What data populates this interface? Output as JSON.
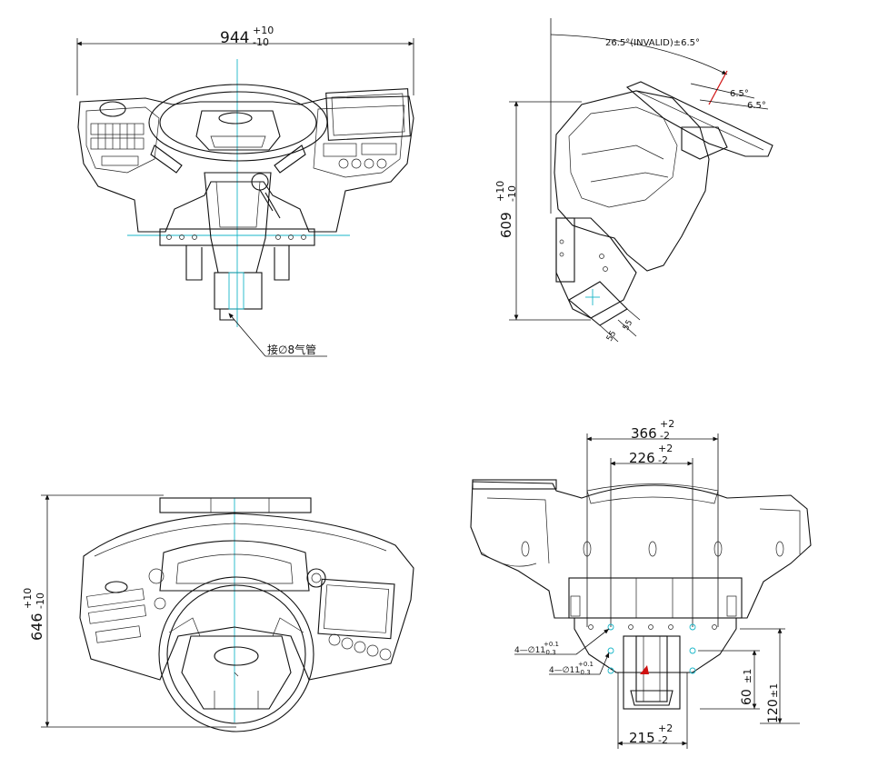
{
  "front_view": {
    "width_dim": {
      "value": "944",
      "tol_upper": "+10",
      "tol_lower": "-10"
    },
    "pipe_note": "接∅8气管"
  },
  "side_view": {
    "height_dim": {
      "value": "609",
      "tol_upper": "+10",
      "tol_lower": "-10"
    },
    "angle_note": "26.5°(INVALID)±6.5°",
    "angle_a": "6.5°",
    "angle_b": "6.5°",
    "dim_left": "55",
    "dim_right": "55"
  },
  "top_view": {
    "height_dim": {
      "value": "646",
      "tol_upper": "+10",
      "tol_lower": "-10"
    }
  },
  "rear_view": {
    "dim_366": {
      "value": "366",
      "tol_upper": "+2",
      "tol_lower": "-2"
    },
    "dim_226": {
      "value": "226",
      "tol_upper": "+2",
      "tol_lower": "-2"
    },
    "dim_215": {
      "value": "215",
      "tol_upper": "+2",
      "tol_lower": "-2"
    },
    "dim_60": {
      "value": "60",
      "tol": "±1"
    },
    "dim_120": {
      "value": "120",
      "tol": "±1"
    },
    "hole_a": {
      "text": "4—∅11",
      "tol_upper": "+0.1",
      "tol_lower": "-0.3"
    },
    "hole_b": {
      "text": "4—∅11",
      "tol_upper": "+0.1",
      "tol_lower": "-0.3"
    }
  }
}
